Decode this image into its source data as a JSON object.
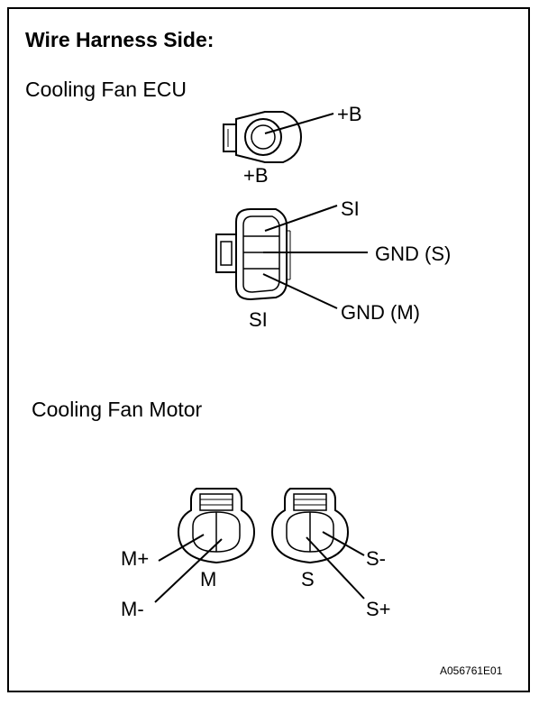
{
  "title": "Wire Harness Side:",
  "ecu": {
    "heading": "Cooling Fan ECU",
    "connector1": {
      "pin_label": "+B",
      "face_label": "+B"
    },
    "connector2": {
      "pin_si": "SI",
      "pin_gnd_s": "GND (S)",
      "pin_gnd_m": "GND (M)",
      "face_label": "SI"
    }
  },
  "motor": {
    "heading": "Cooling Fan Motor",
    "connector_m": {
      "plus": "M+",
      "minus": "M-",
      "face_label": "M"
    },
    "connector_s": {
      "minus": "S-",
      "plus": "S+",
      "face_label": "S"
    }
  },
  "figure_code": "A056761E01"
}
